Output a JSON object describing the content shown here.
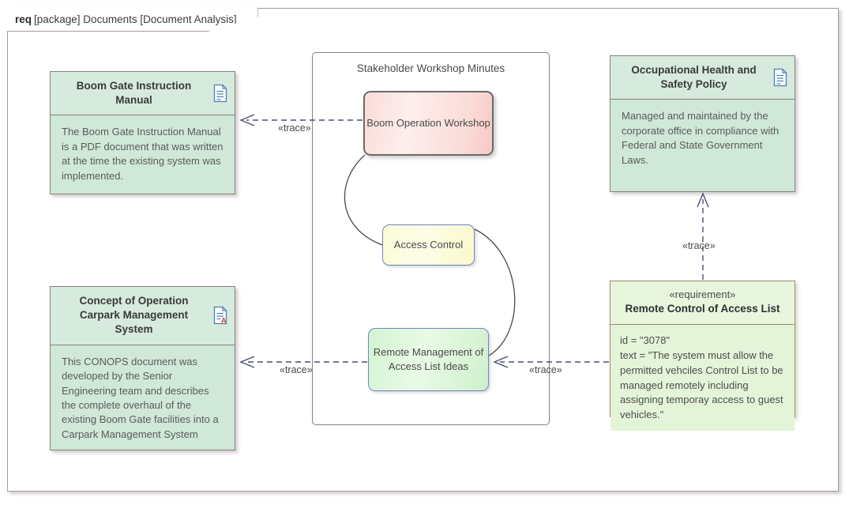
{
  "frame": {
    "keyword": "req",
    "rest": "[package] Documents [Document Analysis]"
  },
  "nodes": {
    "boom_gate_manual": {
      "title": "Boom Gate Instruction Manual",
      "body": "The Boom Gate Instruction Manual is a PDF document that was written at the time the existing system was implemented.",
      "icon": "document-icon"
    },
    "conops": {
      "title": "Concept of Operation Carpark Management System",
      "body": "This CONOPS document was developed by the Senior Engineering team and describes the complete overhaul of the existing Boom Gate facilities into a Carpark Management System",
      "icon": "document-annotated-icon"
    },
    "ohs_policy": {
      "title": "Occupational Health and Safety Policy",
      "body": "Managed and maintained by the corporate office in compliance with Federal and State Government Laws.",
      "icon": "document-icon"
    },
    "requirement": {
      "stereotype": "«requirement»",
      "title": "Remote Control of Access List",
      "id_line": "id = \"3078\"",
      "text_line": "text = \"The system must allow the permitted vehciles Control List to be managed remotely including assigning temporay access to guest vehicles.\""
    },
    "container": {
      "title": "Stakeholder Workshop Minutes"
    },
    "boom_operation_workshop": {
      "label": "Boom Operation Workshop"
    },
    "access_control": {
      "label": "Access Control"
    },
    "remote_management": {
      "label": "Remote Management of Access List Ideas"
    }
  },
  "connectors": {
    "trace_top_left": {
      "label": "«trace»"
    },
    "trace_bottom_left": {
      "label": "«trace»"
    },
    "trace_bottom_right": {
      "label": "«trace»"
    },
    "trace_right_up": {
      "label": "«trace»"
    }
  },
  "colors": {
    "frame_border": "#a99a99",
    "doc_fill": "#cfe8d8",
    "doc_header_fill": "#d6ebdd",
    "req_fill": "#e4f4d8",
    "req_border": "#9a8b6e",
    "pink_fill": "#fbdcd9",
    "yellow_fill": "#fbfbd6",
    "green_fill": "#d4f4d2",
    "connector": "#3f3f5a",
    "icon_blue": "#4a7ebb",
    "icon_red": "#d83b1e"
  }
}
